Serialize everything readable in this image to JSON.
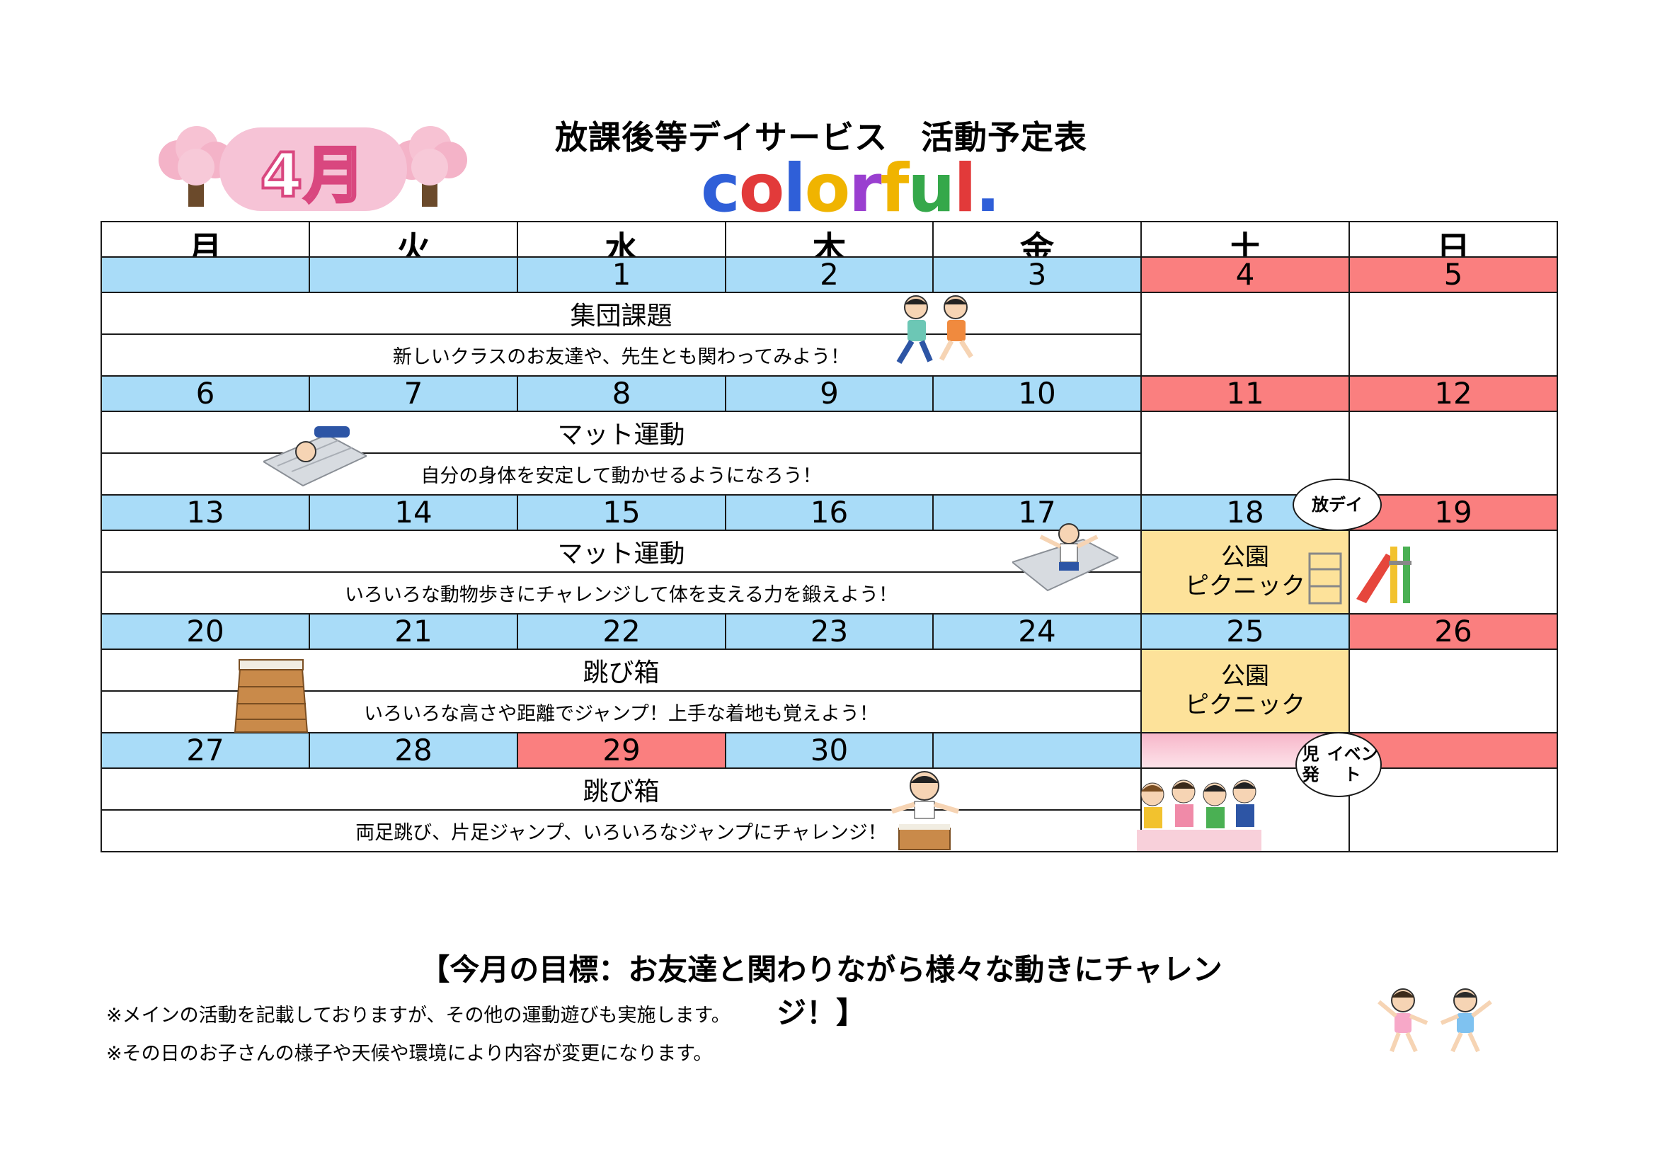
{
  "header": {
    "month": "4月",
    "title": "放課後等デイサービス　活動予定表",
    "logo_letters": [
      {
        "ch": "c",
        "color": "#2f5fd8"
      },
      {
        "ch": "o",
        "color": "#e23a3a"
      },
      {
        "ch": "l",
        "color": "#2f5fd8"
      },
      {
        "ch": "o",
        "color": "#f0b400"
      },
      {
        "ch": "r",
        "color": "#9a3fd0"
      },
      {
        "ch": "f",
        "color": "#f0b400"
      },
      {
        "ch": "u",
        "color": "#35a84a"
      },
      {
        "ch": "l",
        "color": "#e23a3a"
      },
      {
        "ch": ".",
        "color": "#2f5fd8"
      }
    ]
  },
  "calendar": {
    "weekdays": [
      "月",
      "火",
      "水",
      "木",
      "金",
      "土",
      "日"
    ],
    "weeks": [
      {
        "dates": [
          "",
          "",
          "1",
          "2",
          "3",
          "4",
          "5"
        ],
        "date_colors": [
          "blue",
          "blue",
          "blue",
          "blue",
          "blue",
          "red",
          "red"
        ],
        "activity": "集団課題",
        "description": "新しいクラスのお友達や、先生とも関わってみよう！"
      },
      {
        "dates": [
          "6",
          "7",
          "8",
          "9",
          "10",
          "11",
          "12"
        ],
        "date_colors": [
          "blue",
          "blue",
          "blue",
          "blue",
          "blue",
          "red",
          "red"
        ],
        "activity": "マット運動",
        "description": "自分の身体を安定して動かせるようになろう！"
      },
      {
        "dates": [
          "13",
          "14",
          "15",
          "16",
          "17",
          "18",
          "19"
        ],
        "date_colors": [
          "blue",
          "blue",
          "blue",
          "blue",
          "blue",
          "blue",
          "red"
        ],
        "activity": "マット運動",
        "description": "いろいろな動物歩きにチャレンジして体を支える力を鍛えよう！"
      },
      {
        "dates": [
          "20",
          "21",
          "22",
          "23",
          "24",
          "25",
          "26"
        ],
        "date_colors": [
          "blue",
          "blue",
          "blue",
          "blue",
          "blue",
          "blue",
          "red"
        ],
        "activity": "跳び箱",
        "description": "いろいろな高さや距離でジャンプ！上手な着地も覚えよう！"
      },
      {
        "dates": [
          "27",
          "28",
          "29",
          "30",
          "",
          "",
          ""
        ],
        "date_colors": [
          "blue",
          "blue",
          "red",
          "blue",
          "blue",
          "pink",
          "red"
        ],
        "activity": "跳び箱",
        "description": "両足跳び、片足ジャンプ、いろいろなジャンプにチャレンジ！"
      }
    ],
    "events": {
      "week3_sat": "公園\nピクニック",
      "week4_sat": "公園\nピクニック",
      "bubble_hoday": "放デイ",
      "bubble_jihatsu": "児発\nイベント"
    }
  },
  "footer": {
    "goal": "【今月の目標：お友達と関わりながら様々な動きにチャレンジ！】",
    "notes": [
      "※メインの活動を記載しておりますが、その他の運動遊びも実施します。",
      "※その日のお子さんの様子や天候や環境により内容が変更になります。"
    ]
  },
  "illustrations": [
    "cherry-tree-icon",
    "running-kids-icon",
    "mat-exercise-icon",
    "playground-icon",
    "vaulting-box-icon",
    "jumping-kid-icon",
    "picnic-kids-icon",
    "stretching-kids-icon"
  ]
}
